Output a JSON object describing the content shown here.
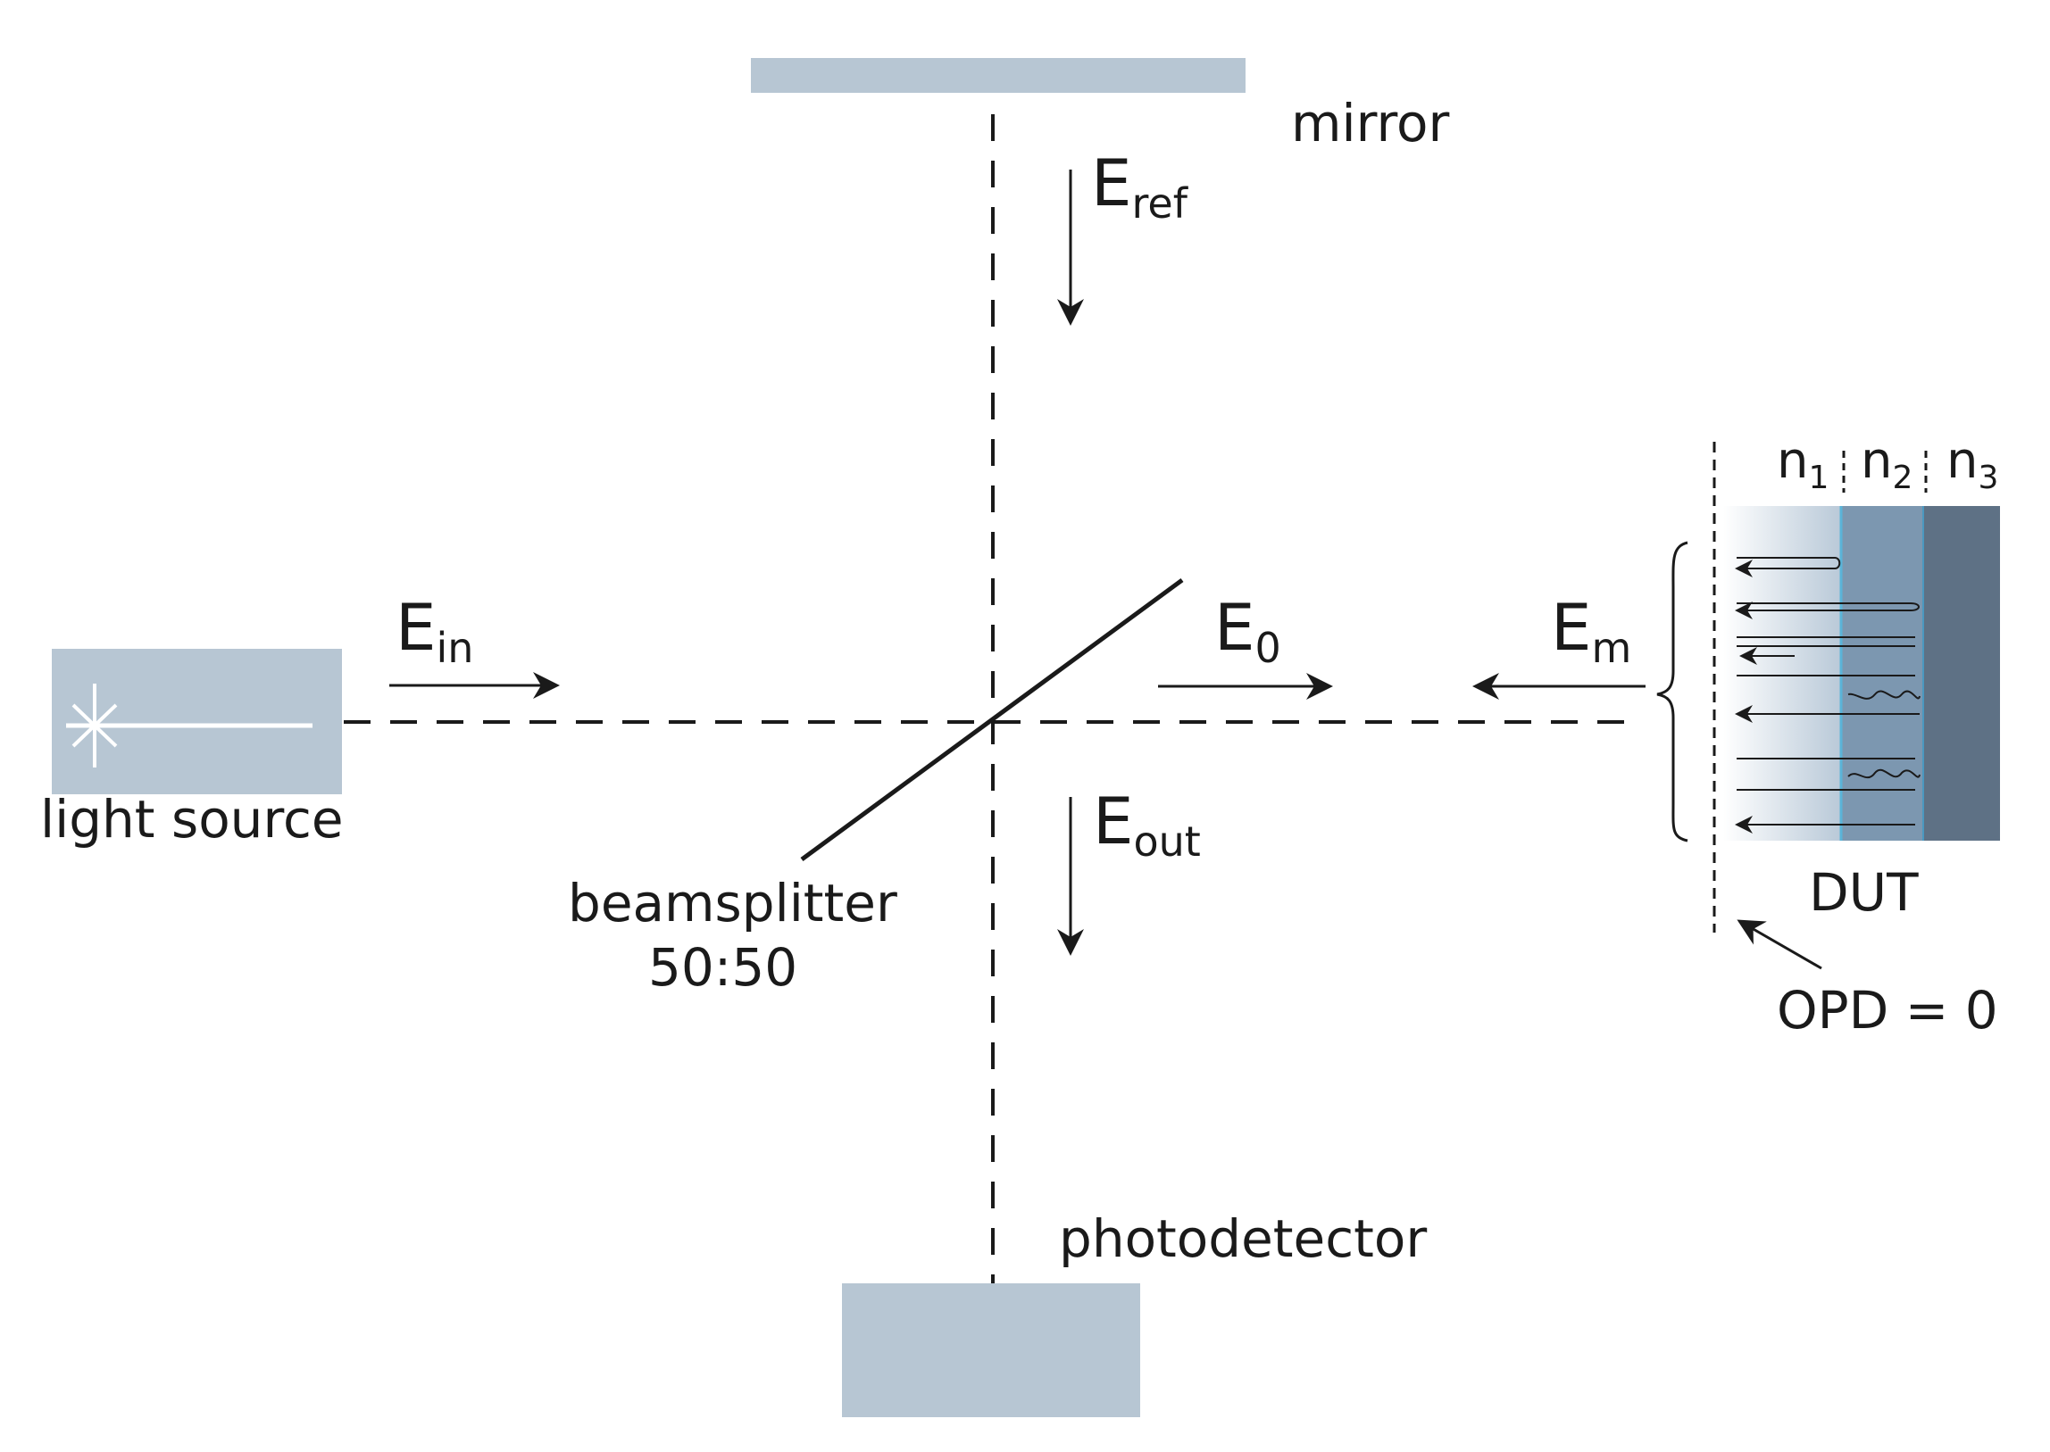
{
  "labels": {
    "mirror": "mirror",
    "light_source": "light source",
    "beamsplitter_line1": "beamsplitter",
    "beamsplitter_line2": "50:50",
    "photodetector": "photodetector",
    "dut": "DUT",
    "opd": "OPD = 0"
  },
  "fields": {
    "ref": {
      "main": "E",
      "sub": "ref"
    },
    "in": {
      "main": "E",
      "sub": "in"
    },
    "zero": {
      "main": "E",
      "sub": "0"
    },
    "m": {
      "main": "E",
      "sub": "m"
    },
    "out": {
      "main": "E",
      "sub": "out"
    }
  },
  "layers": [
    {
      "main": "n",
      "sub": "1"
    },
    {
      "main": "n",
      "sub": "2"
    },
    {
      "main": "n",
      "sub": "3"
    }
  ],
  "colors": {
    "component_fill": "#b7c6d3",
    "layer1_fill": "#c9d6e2",
    "layer2_fill": "#7c97b0",
    "layer3_fill": "#5e7185",
    "line": "#1a1a1a"
  }
}
